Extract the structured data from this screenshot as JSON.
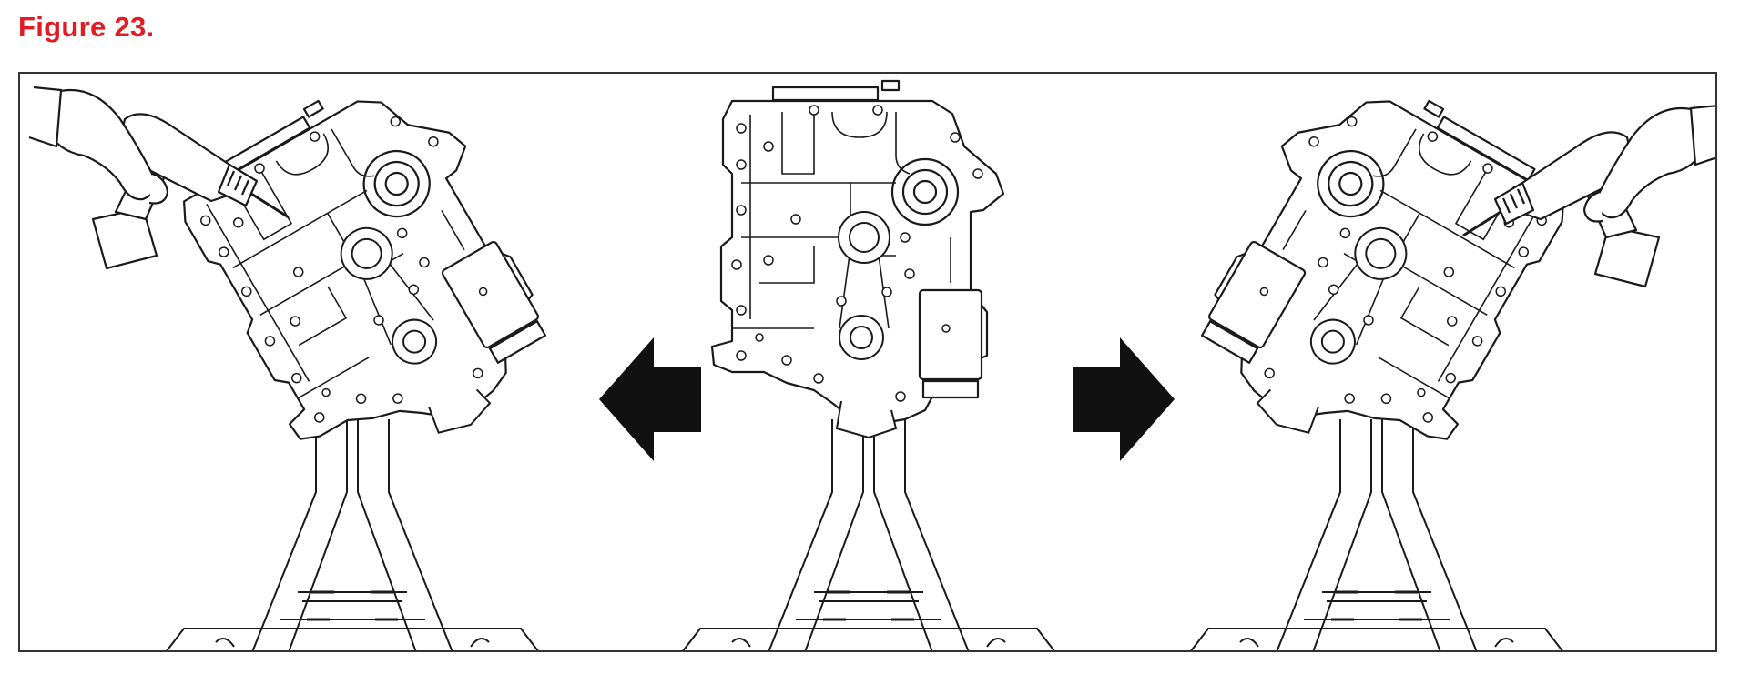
{
  "figure": {
    "title": "Figure 23."
  },
  "colors": {
    "title": "#e31b23",
    "ink": "#1a1a1a",
    "frame": "#333333",
    "arrow": "#111111"
  },
  "panels": [
    {
      "id": "left",
      "tilt_deg": -30,
      "has_drill": true,
      "drill_side": "left"
    },
    {
      "id": "center",
      "tilt_deg": 0,
      "has_drill": false
    },
    {
      "id": "right",
      "tilt_deg": 30,
      "has_drill": true,
      "drill_side": "right"
    }
  ],
  "arrows": [
    {
      "id": "rotate-left",
      "direction": "left"
    },
    {
      "id": "rotate-right",
      "direction": "right"
    }
  ]
}
